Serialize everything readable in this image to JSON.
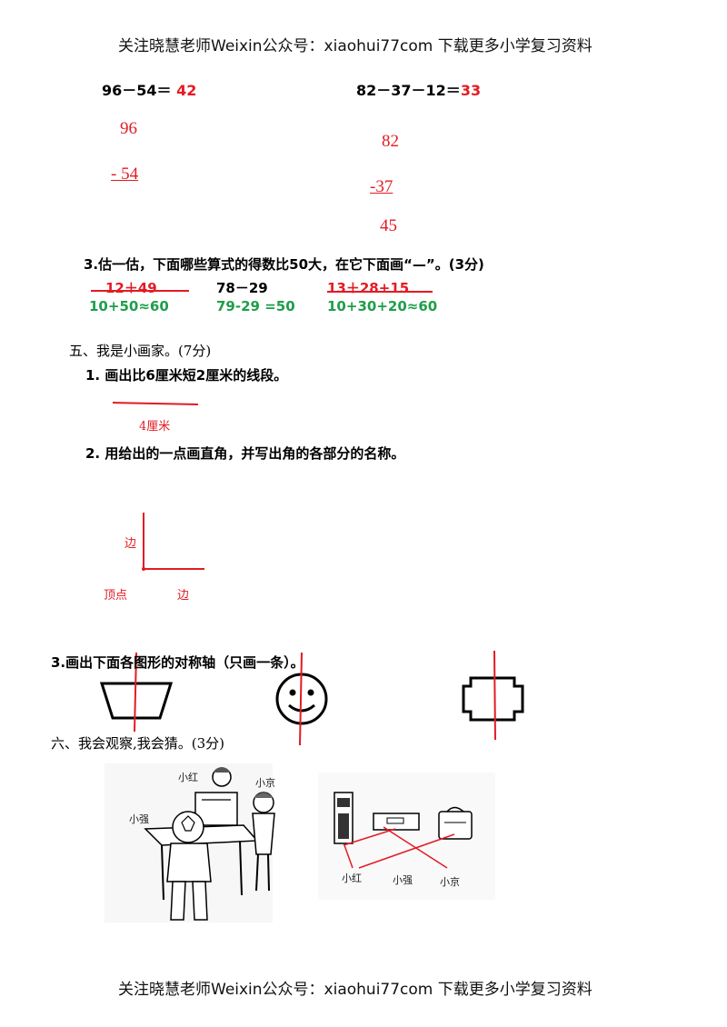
{
  "header": {
    "text": "关注晓慧老师Weixin公众号：xiaohui77com 下载更多小学复习资料"
  },
  "footer": {
    "text": "关注晓慧老师Weixin公众号：xiaohui77com 下载更多小学复习资料"
  },
  "calc": {
    "left": {
      "expr": "96－54＝",
      "answer": "42",
      "top": "96",
      "bottom": "- 54"
    },
    "right": {
      "expr": "82－37－12＝",
      "answer": "33",
      "top": "82",
      "bottom": "-37",
      "result": "45"
    }
  },
  "estimate": {
    "title": "3.估一估，下面哪些算式的得数比50大，在它下面画“—”。(3分)",
    "items": [
      {
        "expr": "12＋49",
        "est": "10+50≈60"
      },
      {
        "expr": "78－29",
        "est": "79-29 =50"
      },
      {
        "expr": "13＋28+15",
        "est": "10+30+20≈60"
      }
    ]
  },
  "section5": {
    "title": "五、我是小画家。(7分)",
    "q1": {
      "text": "1.  画出比6厘米短2厘米的线段。",
      "label": "4厘米"
    },
    "q2": {
      "text": "2.  用给出的一点画直角，并写出角的各部分的名称。",
      "side_label_v": "边",
      "vertex_label": "顶点",
      "side_label_h": "边"
    },
    "q3": {
      "text": "3.画出下面各图形的对称轴（只画一条）。"
    }
  },
  "section6": {
    "title": "六、我会观察,我会猜。(3分)",
    "kids": {
      "hong": "小红",
      "jing": "小京",
      "qiang": "小强"
    },
    "answers": {
      "hong": "小红",
      "qiang": "小强",
      "jing": "小京"
    }
  },
  "colors": {
    "red": "#e31b23",
    "green": "#1f9e4a"
  }
}
